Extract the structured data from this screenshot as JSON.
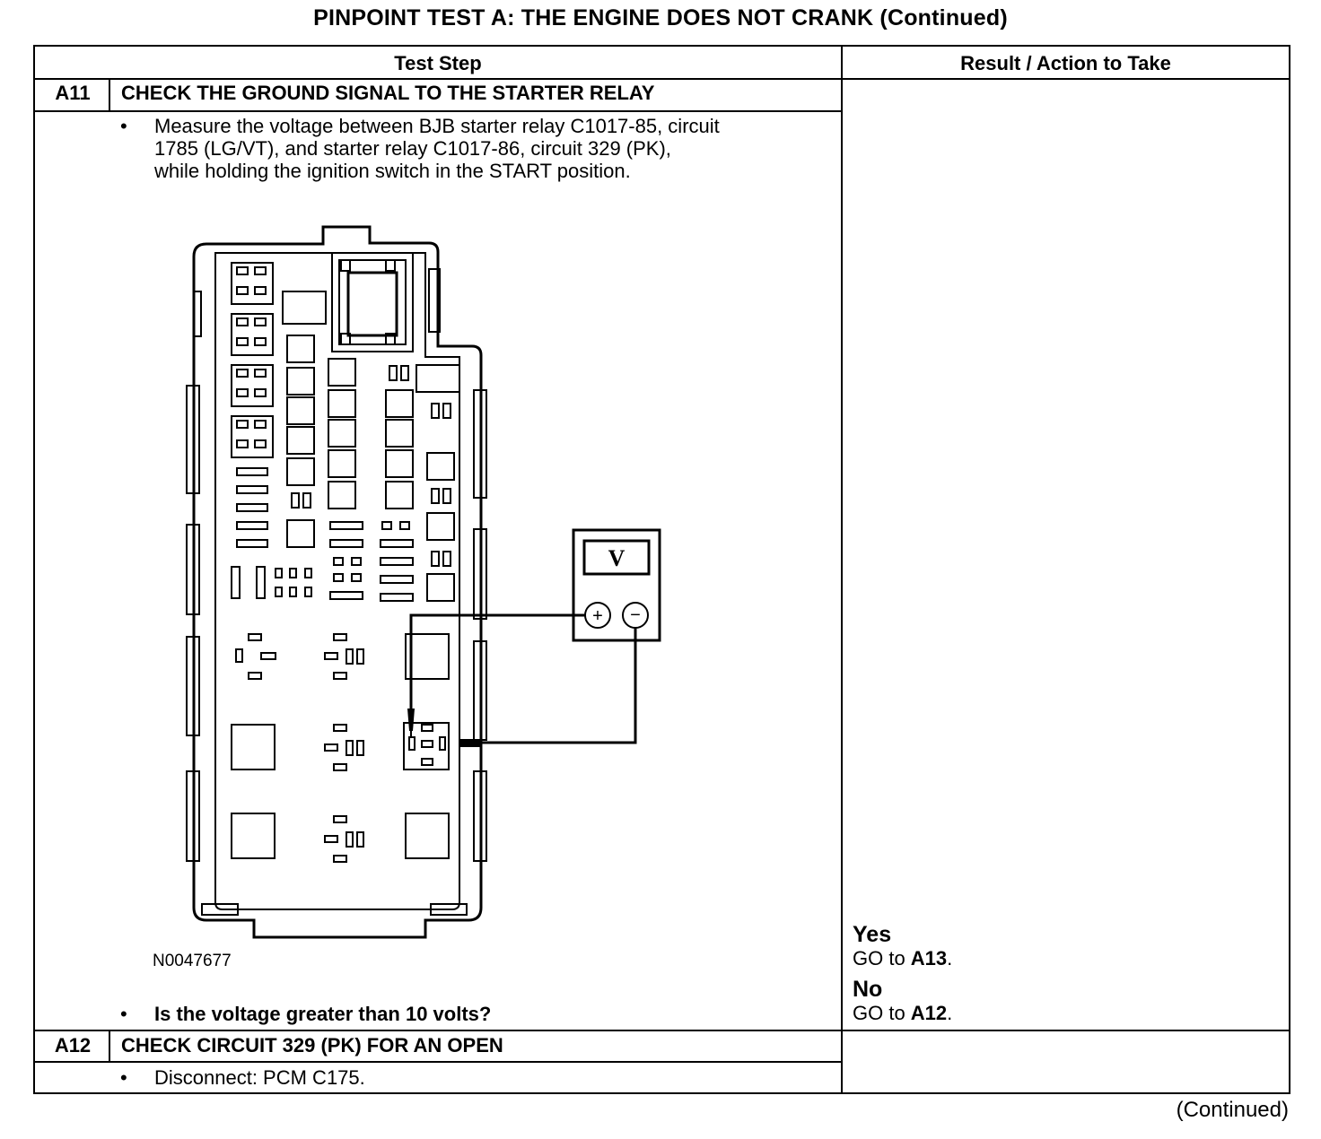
{
  "title": "PINPOINT TEST  A: THE ENGINE DOES NOT CRANK (Continued)",
  "headers": {
    "test_step": "Test Step",
    "result": "Result / Action to Take"
  },
  "steps": [
    {
      "id": "A11",
      "title": "CHECK THE GROUND SIGNAL TO THE STARTER RELAY",
      "instructions": [
        "Measure the voltage between BJB starter relay C1017-85, circuit",
        "1785 (LG/VT), and starter relay C1017-86, circuit 329 (PK),",
        "while holding the ignition switch in the START position."
      ],
      "figure_id": "N0047677",
      "question": "Is the voltage greater than 10 volts?",
      "results": [
        {
          "label": "Yes",
          "action_prefix": "GO to ",
          "target": "A13",
          "suffix": "."
        },
        {
          "label": "No",
          "action_prefix": "GO to ",
          "target": "A12",
          "suffix": "."
        }
      ]
    },
    {
      "id": "A12",
      "title": "CHECK CIRCUIT 329 (PK) FOR AN OPEN",
      "instructions": [
        "Disconnect: PCM C175."
      ]
    }
  ],
  "meter": {
    "symbol": "V",
    "plus": "+",
    "minus": "−"
  },
  "bullet": "•",
  "continued": "(Continued)"
}
